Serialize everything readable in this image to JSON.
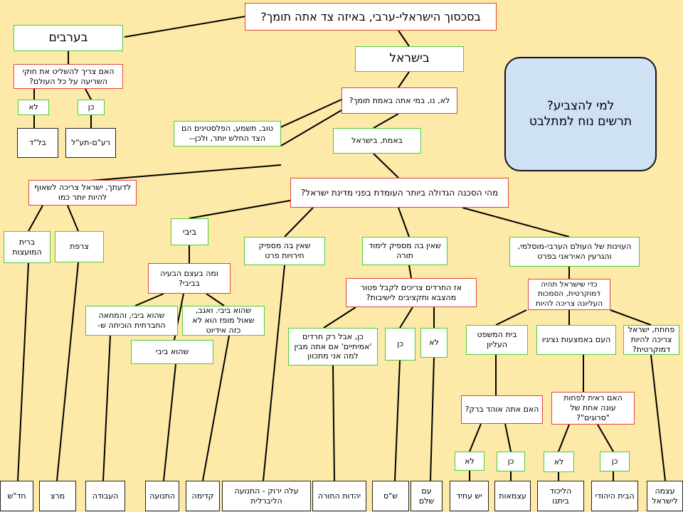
{
  "callout": {
    "line1": "למי להצביע?",
    "line2": "תרשים נוח למתלבט"
  },
  "nodes": {
    "root": "בסכסוך הישראלי-ערבי, באיזה צד אתה תומך?",
    "arabs": "בערבים",
    "israel": "בישראל",
    "sharia_q": "האם צריך להשליט את חוקי השריעה על כל העולם?",
    "no": "לא",
    "yes": "כן",
    "really_q": "לא, נו, במי אתה באמת תומך?",
    "palestinians": "טוב, תשמע, הפלסטינים הם הצד החלש יותר, ולכן--",
    "really_israel": "באמת, בישראל",
    "threat_q": "מהי הסכנה הגדולה ביותר העומדת בפני מדינת ישראל?",
    "strive_like": "לדעתך, ישראל צריכה לשאוף להיות יותר כמו",
    "soviet": "ברית המועצות",
    "france": "צרפת",
    "bibi": "ביבי",
    "privacy": "שאין בה מספיק חירויות פרט",
    "torah": "שאין בה מספיק לימוד תורה",
    "hostility": "העוינות של העולם הערבי-מוסלמי, והגרעין האיראני בפרט",
    "bibi_problem_q": "ומה בעצם הבעיה בביבי?",
    "haredim_q": "אז החרדים צריכים לקבל פטור מהצבא ותקציבים לישיבות?",
    "democratic_q": "כדי שישראל תהיה דמוקרטית, הסמכות העליונה צריכה להיות",
    "bibi_protest": "שהוא ביבי, והמחאה החברתית הוכיחה ש-",
    "bibi_mofaz": "שהוא ביבי. ואגב, שאול מופז הוא לא כזה אידיוט",
    "that_bibi": "שהוא ביבי",
    "real_haredim": "כן, אבל רק חרדים 'אמיתיים' אם אתה מבין למה אני מתכוון",
    "court": "בית המשפט העליון",
    "people": "העם באמצעות נציגיו",
    "should_dem": "פחחח, ישראל צריכה להיות דמוקרטית?",
    "barak_q": "האם אתה אוהד ברק?",
    "season_q": "האם ראית לפחות עונה אחת של \"סרוגים\"?"
  },
  "parties": {
    "balad": "בל\"ד",
    "raam_taal": "רע\"ם-תע\"ל",
    "hadash": "חד\"ש",
    "meretz": "מרצ",
    "avoda": "העבודה",
    "hatnua": "התנועה",
    "kadima": "קדימה",
    "ale_yarok": "עלה ירוק - התנועה הליברלית",
    "yahadut": "יהדות התורה",
    "shas": "ש\"ס",
    "am_shalem": "עם שלם",
    "yesh_atid": "יש עתיד",
    "otzmaut": "עצמאות",
    "likud": "הליכוד ביתנו",
    "bayit": "הבית היהודי",
    "otzma_leisrael": "עצמה לישראל"
  },
  "colors": {
    "background": "#fdeaa8",
    "question_border": "#e0443a",
    "answer_border": "#4ecb39",
    "party_border": "#222222",
    "callout_fill": "#cfe2f5"
  }
}
